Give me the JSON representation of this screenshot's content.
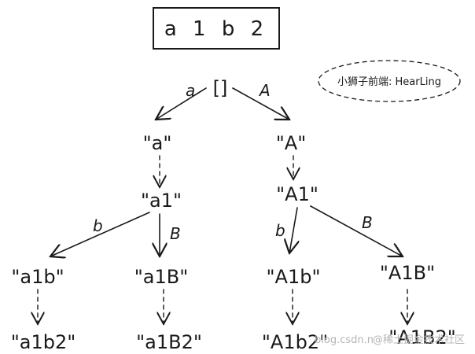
{
  "title": "a 1 b 2",
  "watermark_tag": "小狮子前端: HearLing",
  "watermark_source": "blog.csdn.n",
  "watermark_community": "@稀土掘金技术社区",
  "root": "[]",
  "edges": {
    "root_lower": "a",
    "root_upper": "A",
    "left_lower": "b",
    "left_upper": "B",
    "right_lower": "b",
    "right_upper": "B"
  },
  "nodes": {
    "a": "\"a\"",
    "A": "\"A\"",
    "a1": "\"a1\"",
    "A1": "\"A1\"",
    "a1b": "\"a1b\"",
    "a1B": "\"a1B\"",
    "A1b": "\"A1b\"",
    "A1B": "\"A1B\"",
    "a1b2": "\"a1b2\"",
    "a1B2": "\"a1B2\"",
    "A1b2": "\"A1b2\"",
    "A1B2": "\"A1B2\""
  }
}
